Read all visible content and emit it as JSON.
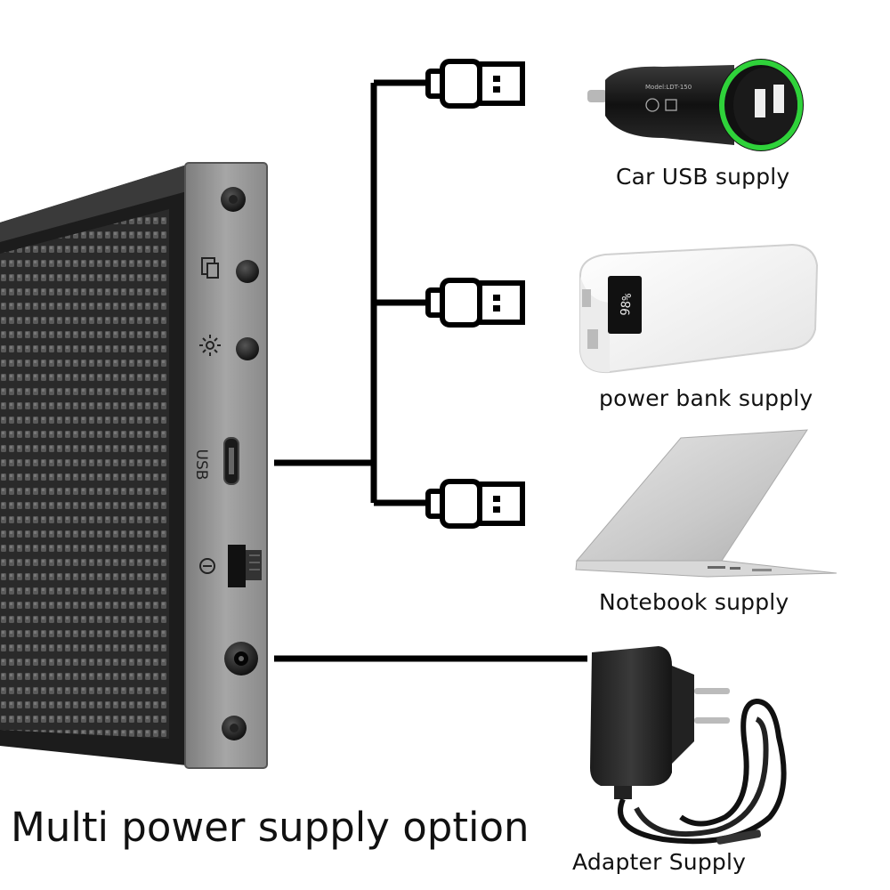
{
  "title": "Multi power supply option",
  "options": [
    {
      "label": "Car USB  supply",
      "icon": "car-charger-icon"
    },
    {
      "label": "power bank supply",
      "icon": "power-bank-icon"
    },
    {
      "label": "Notebook supply",
      "icon": "laptop-icon"
    },
    {
      "label": "Adapter Supply",
      "icon": "ac-adapter-icon"
    }
  ],
  "panel": {
    "port_label": "USB",
    "power_bank_display": "98%"
  },
  "colors": {
    "panel": "#2b2b2b",
    "side_plate": "#9a9a9a",
    "car_ring": "#2fd23a",
    "cable": "#000000"
  }
}
